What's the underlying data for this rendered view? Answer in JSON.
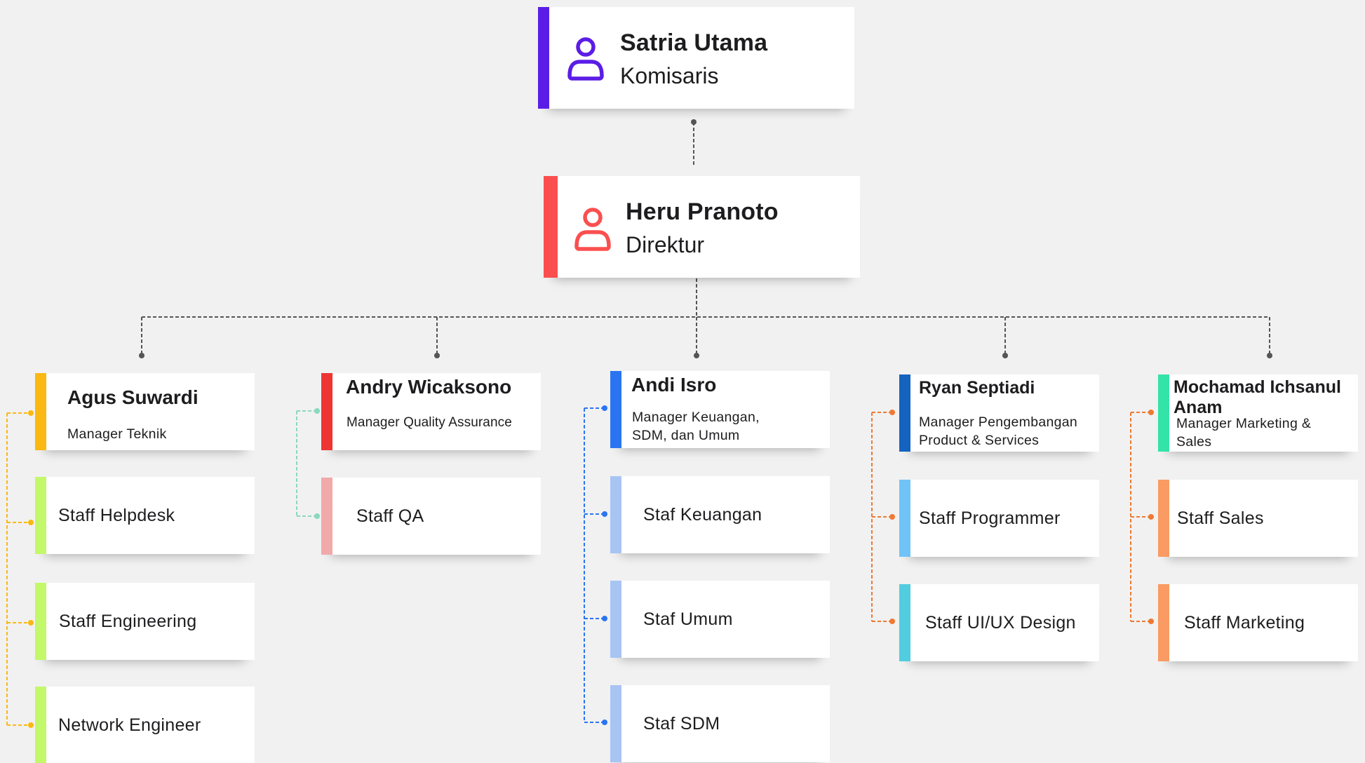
{
  "colors": {
    "purple": "#5b1de6",
    "red": "#fb4f4f",
    "amber": "#fbb812",
    "lime": "#c3f86a",
    "crimson": "#ef3434",
    "pink": "#f1a9a9",
    "blue": "#2b74f1",
    "lightblue": "#a8c4f3",
    "navy": "#1363bf",
    "sky": "#70c3f6",
    "cyan": "#52ccdf",
    "mint": "#33e3a8",
    "orange": "#f99b62",
    "connector_gray": "#555555",
    "connector_teal": "#8ad8bd",
    "connector_orange": "#ee7a32"
  },
  "icons": {
    "top_person": "user-outline-icon"
  },
  "komisaris": {
    "name": "Satria Utama",
    "title": "Komisaris"
  },
  "direktur": {
    "name": "Heru Pranoto",
    "title": "Direktur"
  },
  "departments": [
    {
      "manager": {
        "name": "Agus Suwardi",
        "title": "Manager Teknik"
      },
      "staff": [
        "Staff Helpdesk",
        "Staff Engineering",
        "Network Engineer"
      ]
    },
    {
      "manager": {
        "name": "Andry Wicaksono",
        "title": "Manager Quality Assurance"
      },
      "staff": [
        "Staff QA"
      ]
    },
    {
      "manager": {
        "name": "Andi Isro",
        "title": "Manager Keuangan, SDM, dan Umum"
      },
      "staff": [
        "Staf Keuangan",
        "Staf Umum",
        "Staf SDM"
      ]
    },
    {
      "manager": {
        "name": "Ryan Septiadi",
        "title": "Manager Pengembangan Product & Services"
      },
      "staff": [
        "Staff Programmer",
        "Staff UI/UX Design"
      ]
    },
    {
      "manager": {
        "name": "Mochamad Ichsanul Anam",
        "title": "Manager Marketing & Sales"
      },
      "staff": [
        "Staff Sales",
        "Staff Marketing"
      ]
    }
  ]
}
